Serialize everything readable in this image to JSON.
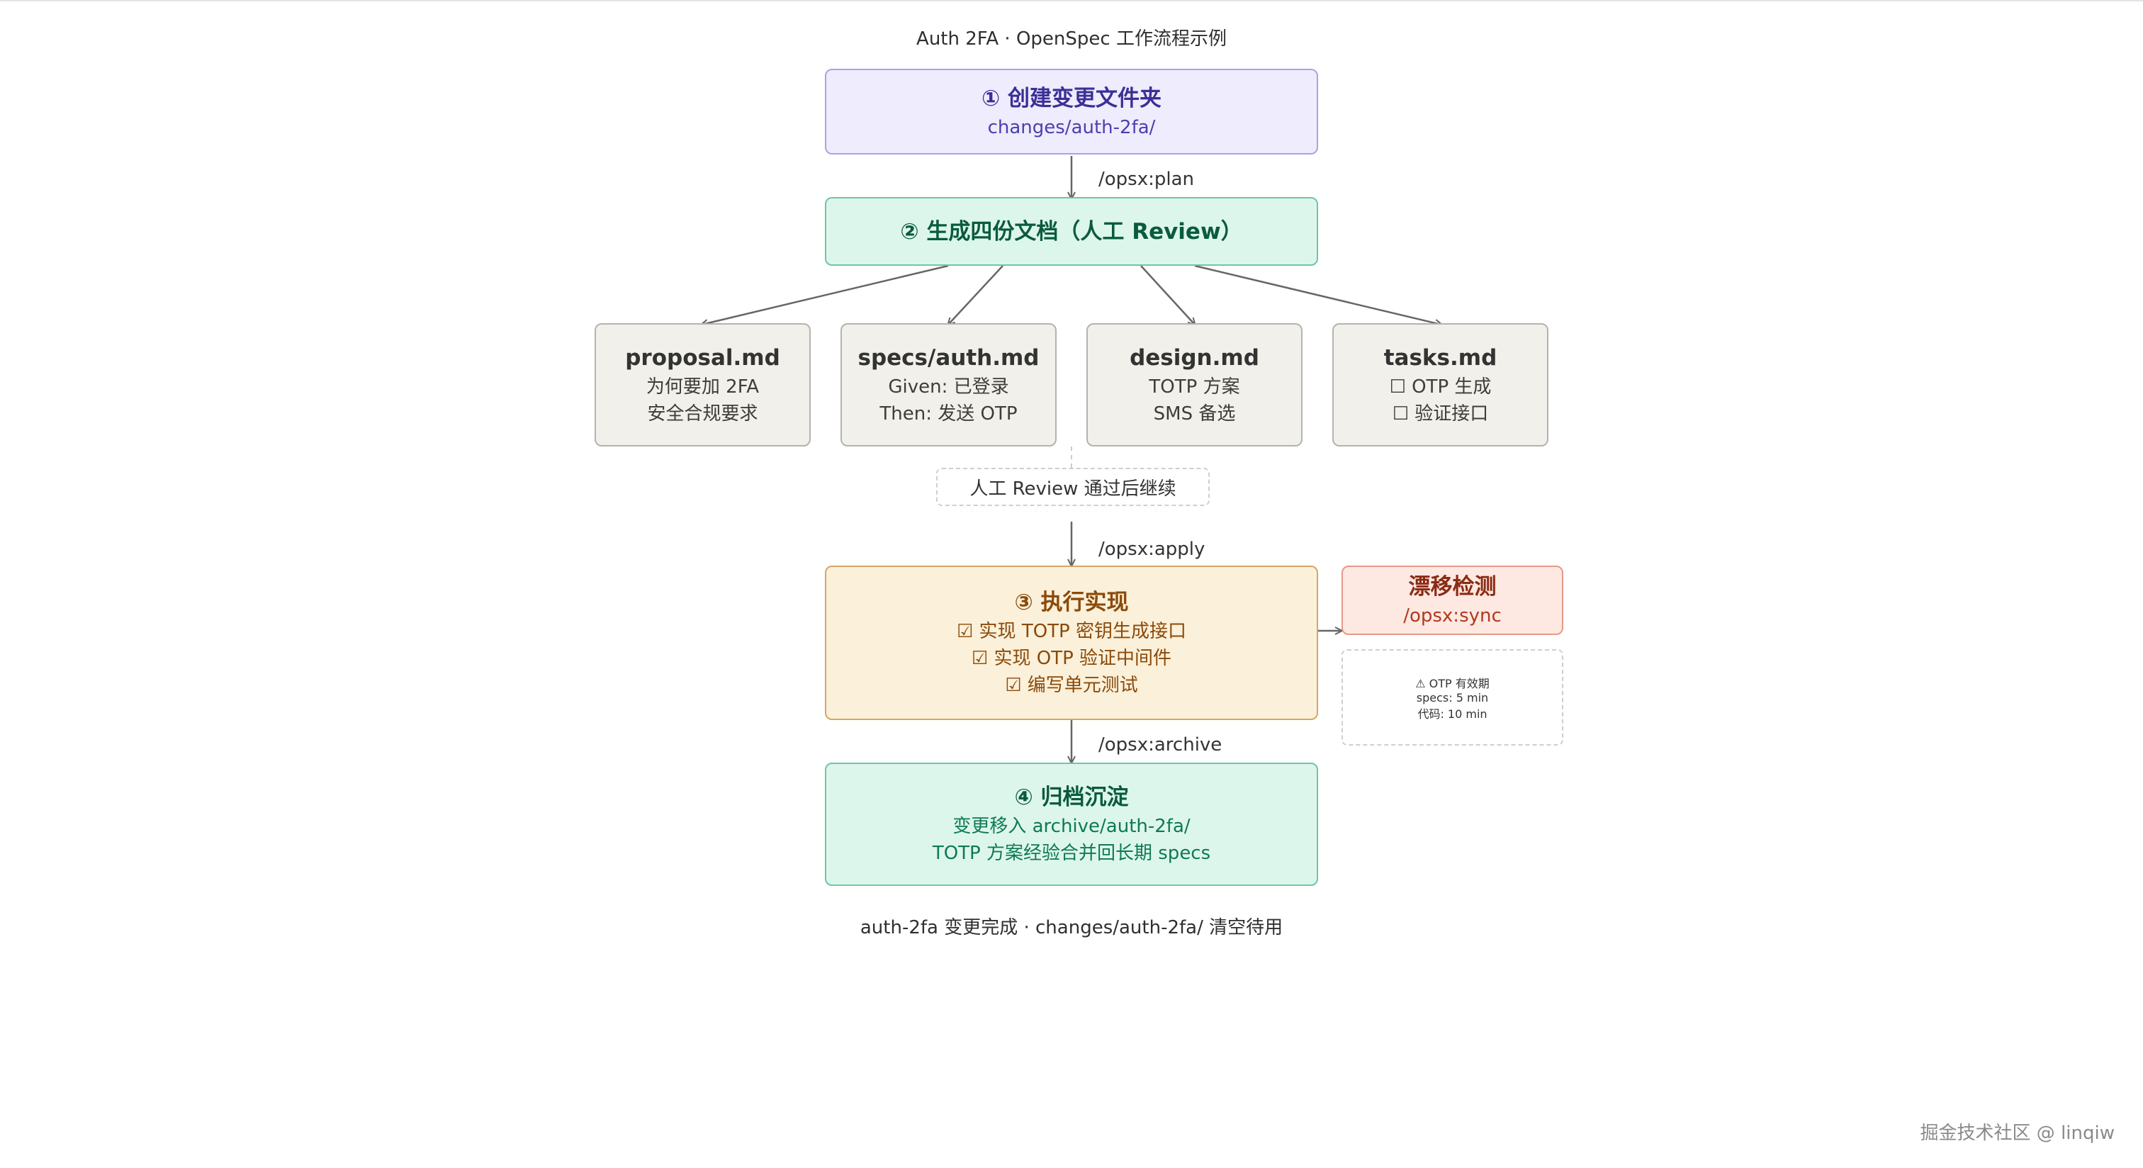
{
  "title": "Auth 2FA · OpenSpec 工作流程示例",
  "step1": {
    "title": "① 创建变更文件夹",
    "subtitle": "changes/auth-2fa/"
  },
  "edge_plan": "/opsx:plan",
  "step2": {
    "title": "② 生成四份文档（人工 Review）"
  },
  "docs": [
    {
      "title": "proposal.md",
      "lines": [
        "为何要加 2FA",
        "安全合规要求"
      ]
    },
    {
      "title": "specs/auth.md",
      "lines": [
        "Given: 已登录",
        "Then: 发送 OTP"
      ]
    },
    {
      "title": "design.md",
      "lines": [
        "TOTP 方案",
        "SMS 备选"
      ]
    },
    {
      "title": "tasks.md",
      "lines": [
        "☐ OTP 生成",
        "☐ 验证接口"
      ]
    }
  ],
  "review_note": "人工 Review 通过后继续",
  "edge_apply": "/opsx:apply",
  "step3": {
    "title": "③ 执行实现",
    "items": [
      "☑ 实现 TOTP 密钥生成接口",
      "☑ 实现 OTP 验证中间件",
      "☑ 编写单元测试"
    ]
  },
  "drift": {
    "title": "漂移检测",
    "subtitle": "/opsx:sync"
  },
  "drift_note": {
    "title": "⚠ OTP 有效期",
    "lines": [
      "specs: 5 min",
      "代码: 10 min"
    ]
  },
  "edge_archive": "/opsx:archive",
  "step4": {
    "title": "④ 归档沉淀",
    "lines": [
      "变更移入 archive/auth-2fa/",
      "TOTP 方案经验合并回长期 specs"
    ]
  },
  "footer": "auth-2fa 变更完成 · changes/auth-2fa/ 清空待用",
  "watermark": "掘金技术社区 @ linqiw",
  "colors": {
    "step1": "#eeecfd",
    "step2": "#ddf6ec",
    "step3": "#fbf0d9",
    "drift": "#fde8e2",
    "doc": "#f1f0ea"
  }
}
